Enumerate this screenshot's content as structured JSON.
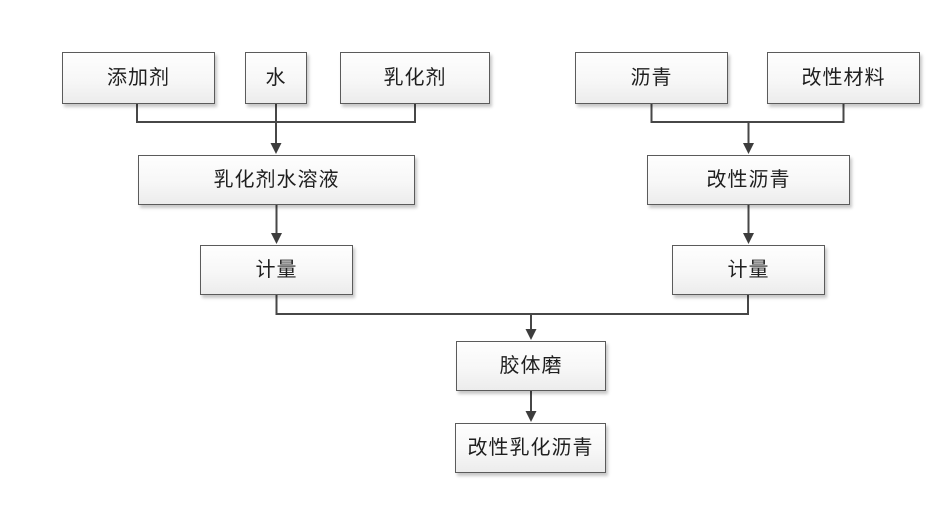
{
  "diagram": {
    "type": "flowchart",
    "background": "#ffffff",
    "colors": {
      "line": "#474747",
      "arrowhead": "#3d3d3d",
      "node_border": "#5b5b5b",
      "node_fill_top": "#fefefe",
      "node_fill_bottom": "#ececec",
      "text": "#1f1f1f"
    },
    "nodes": [
      {
        "id": "additive",
        "label": "添加剂"
      },
      {
        "id": "water",
        "label": "水"
      },
      {
        "id": "emulsifier",
        "label": "乳化剂"
      },
      {
        "id": "asphalt",
        "label": "沥青"
      },
      {
        "id": "modifier-material",
        "label": "改性材料"
      },
      {
        "id": "emulsifier-solution",
        "label": "乳化剂水溶液"
      },
      {
        "id": "modified-asphalt",
        "label": "改性沥青"
      },
      {
        "id": "metering-left",
        "label": "计量"
      },
      {
        "id": "metering-right",
        "label": "计量"
      },
      {
        "id": "colloid-mill",
        "label": "胶体磨"
      },
      {
        "id": "modified-emulsified-asphalt",
        "label": "改性乳化沥青"
      }
    ],
    "edges": [
      {
        "from": "additive",
        "to": "emulsifier-solution"
      },
      {
        "from": "water",
        "to": "emulsifier-solution"
      },
      {
        "from": "emulsifier",
        "to": "emulsifier-solution"
      },
      {
        "from": "asphalt",
        "to": "modified-asphalt"
      },
      {
        "from": "modifier-material",
        "to": "modified-asphalt"
      },
      {
        "from": "emulsifier-solution",
        "to": "metering-left"
      },
      {
        "from": "modified-asphalt",
        "to": "metering-right"
      },
      {
        "from": "metering-left",
        "to": "colloid-mill"
      },
      {
        "from": "metering-right",
        "to": "colloid-mill"
      },
      {
        "from": "colloid-mill",
        "to": "modified-emulsified-asphalt"
      }
    ]
  }
}
